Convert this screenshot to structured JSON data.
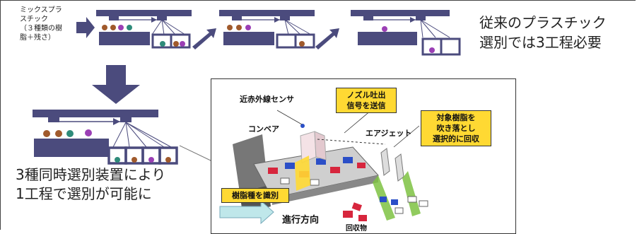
{
  "input_label": {
    "line1": "ミックスプラ",
    "line2": "スチック",
    "line3": "（３種類の樹",
    "line4": "脂＋残さ）"
  },
  "conventional_caption": {
    "line1": "従来のプラスチック",
    "line2": "選別では3工程必要"
  },
  "new_caption": {
    "line1": "3種同時選別装置により",
    "line2": "1工程で選別が可能に"
  },
  "photo": {
    "nir_sensor": "近赤外線センサ",
    "nozzle_signal_line1": "ノズル吐出",
    "nozzle_signal_line2": "信号を送信",
    "conveyor": "コンベア",
    "air_jet": "エアジェット",
    "target_resin_line1": "対象樹脂を",
    "target_resin_line2": "吹き落とし",
    "target_resin_line3": "選択的に回収",
    "resin_identify": "樹脂種を識別",
    "direction": "進行方向",
    "collected": "回収物"
  },
  "colors": {
    "machine": "#4b4b7d",
    "arrow": "#4b4b7d",
    "callout": "#ffd933",
    "particle_brown": "#a05a2c",
    "particle_purple": "#9b3fb5",
    "particle_teal": "#2e8b7a"
  }
}
